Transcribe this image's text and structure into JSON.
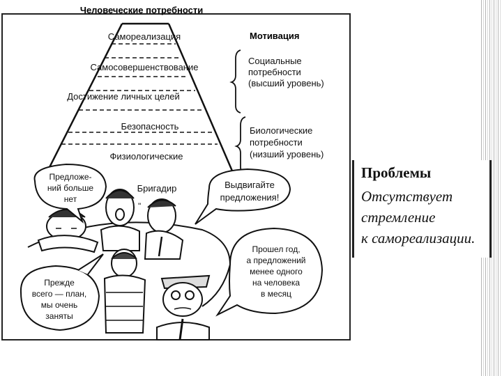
{
  "pyramid": {
    "title": "Человеческие потребности",
    "levels": [
      "Самореализация",
      "Самосовершенствование",
      "Достижение личных целей",
      "Безопасность",
      "Физиологические"
    ]
  },
  "motivation": {
    "title": "Мотивация",
    "social_lines": [
      "Социальные",
      "потребности",
      "(высший уровень)"
    ],
    "bio_lines": [
      "Биологические",
      "потребности",
      "(низший уровень)"
    ]
  },
  "bubbles": {
    "top_left_lines": [
      "Предложе-",
      "ний больше",
      "нет"
    ],
    "foreman": "Бригадир",
    "top_right_lines": [
      "Выдвигайте",
      "предложения!"
    ],
    "bottom_left_lines": [
      "Прежде",
      "всего — план,",
      "мы очень",
      "заняты"
    ],
    "bottom_right_lines": [
      "Прошел год,",
      "а предложений",
      "менее одного",
      "на человека",
      "в месяц"
    ]
  },
  "caption": {
    "title": "Проблемы",
    "lines": [
      "Отсутствует",
      "стремление",
      "к самореализации."
    ]
  }
}
